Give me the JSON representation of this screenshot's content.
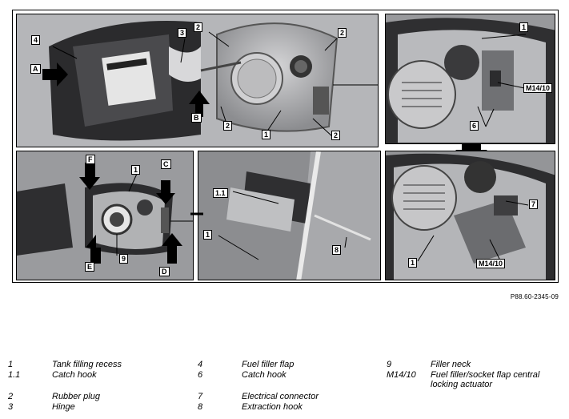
{
  "figure_ref": "P88.60-2345-09",
  "panels": {
    "top_left": {
      "labels": [
        "4",
        "3",
        "2",
        "2",
        "A",
        "B",
        "2",
        "1",
        "2"
      ]
    },
    "top_right": {
      "labels": [
        "1",
        "M14/10",
        "6"
      ]
    },
    "bottom_left": {
      "labels": [
        "F",
        "1",
        "C",
        "E",
        "9",
        "D"
      ]
    },
    "bottom_middle": {
      "labels": [
        "1.1",
        "1",
        "8"
      ]
    },
    "bottom_right": {
      "labels": [
        "7",
        "1",
        "M14/10"
      ]
    }
  },
  "legend": {
    "col1": [
      {
        "num": "1",
        "text": "Tank filling recess"
      },
      {
        "num": "1.1",
        "text": "Catch hook"
      },
      {
        "num": "2",
        "text": "Rubber plug"
      },
      {
        "num": "3",
        "text": "Hinge"
      }
    ],
    "col2": [
      {
        "num": "4",
        "text": "Fuel filler flap"
      },
      {
        "num": "6",
        "text": "Catch hook"
      },
      {
        "num": "7",
        "text": "Electrical connector"
      },
      {
        "num": "8",
        "text": "Extraction hook"
      }
    ],
    "col3": [
      {
        "num": "9",
        "text": "Filler neck"
      },
      {
        "num": "M14/10",
        "text": "Fuel filler/socket flap central locking actuator"
      }
    ],
    "col3_wrap": "locking actuator",
    "col3_first": "Fuel filler/socket flap central"
  },
  "colors": {
    "photo_gray": "#8f9093",
    "dark": "#3a3a3c",
    "light": "#c8c8ca"
  }
}
